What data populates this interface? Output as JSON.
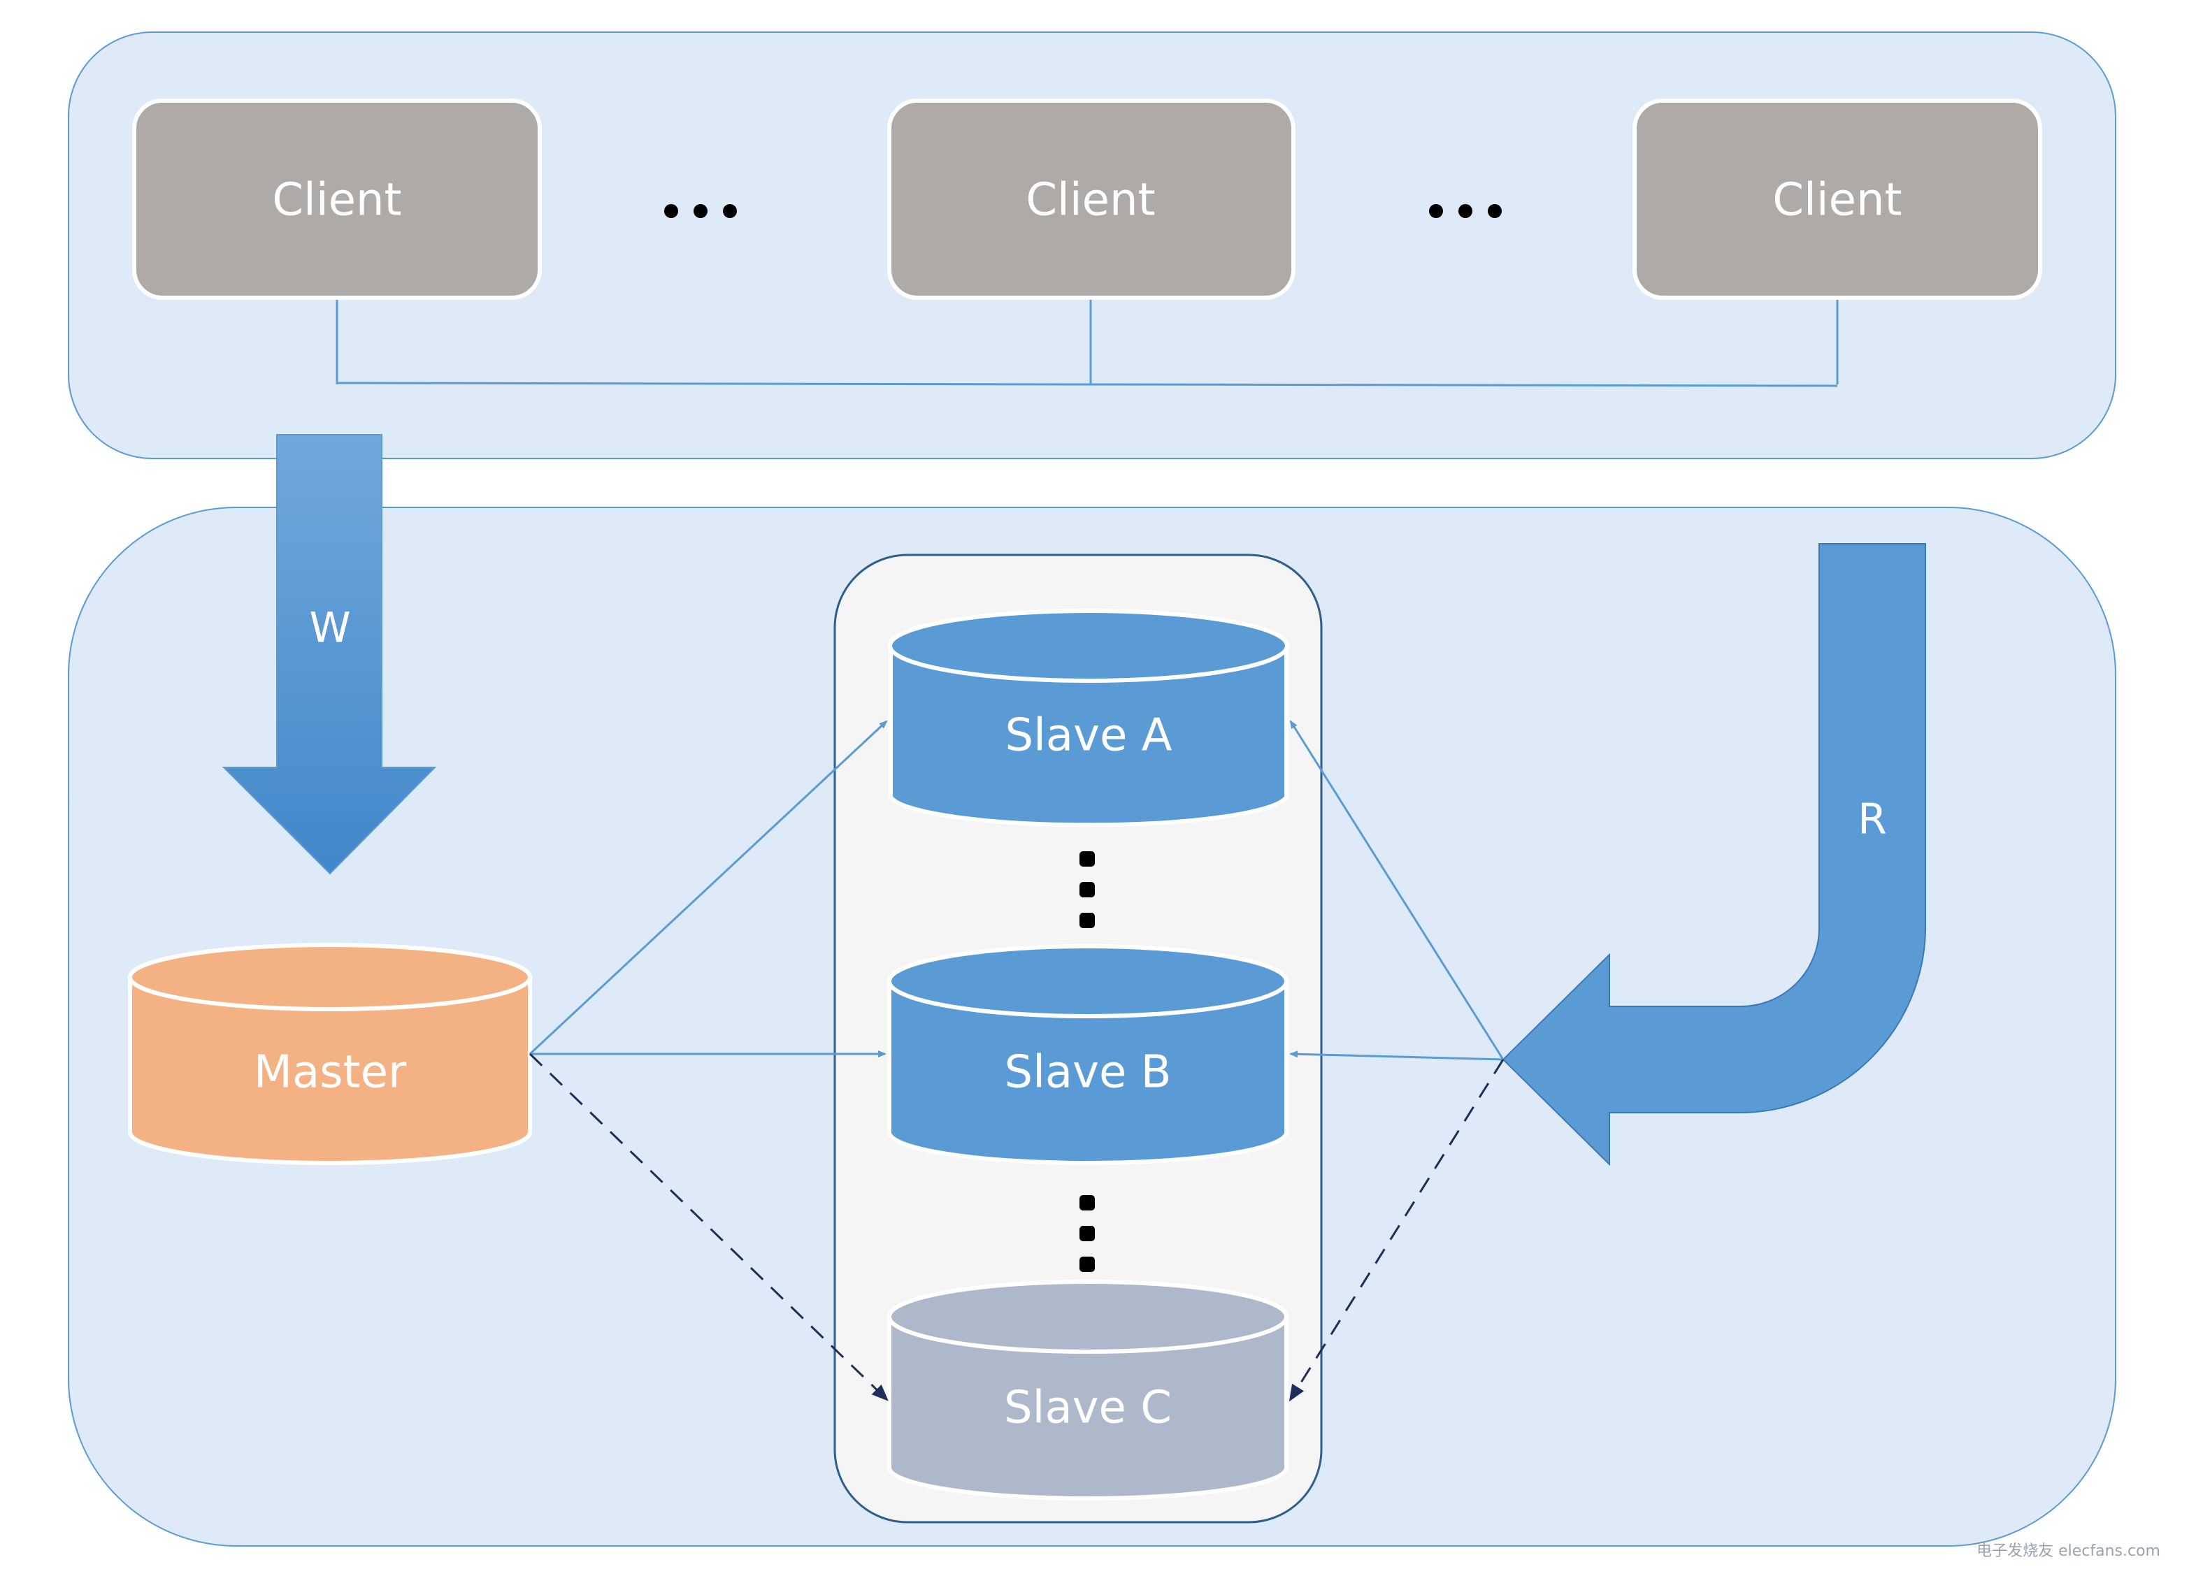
{
  "diagram": {
    "clients": [
      {
        "label": "Client"
      },
      {
        "label": "Client"
      },
      {
        "label": "Client"
      }
    ],
    "ellipsis_h": "...",
    "write_arrow_label": "W",
    "read_arrow_label": "R",
    "master": {
      "label": "Master"
    },
    "slaves": [
      {
        "label": "Slave A"
      },
      {
        "label": "Slave B"
      },
      {
        "label": "Slave C"
      }
    ],
    "watermark": "电子发烧友 elecfans.com"
  },
  "colors": {
    "panel_fill": "#deeaf7",
    "panel_stroke": "#5b9bd5",
    "client_fill": "#aeaaa8",
    "client_stroke": "#ffffff",
    "master_fill": "#f4b183",
    "slave_fill": "#5b9bd5",
    "slave_c_fill": "#adb9ca",
    "cluster_fill": "#f5f5f5",
    "cluster_stroke": "#2e5e8c",
    "connector": "#5b9bd5",
    "dashed": "#1f2d5a"
  }
}
